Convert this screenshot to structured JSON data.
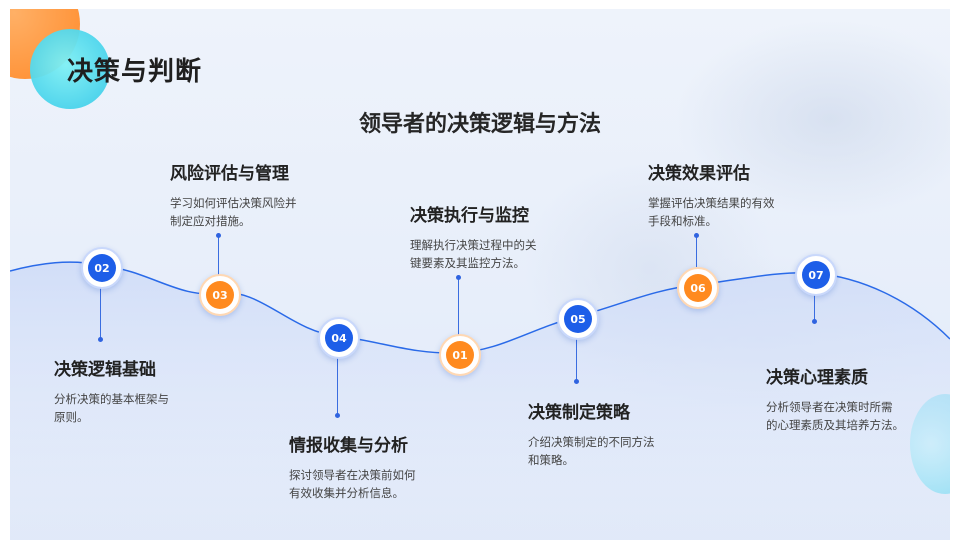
{
  "header": {
    "section_title": "决策与判断",
    "subtitle": "领导者的决策逻辑与方法"
  },
  "colors": {
    "blue": "#1d5ee8",
    "orange": "#ff8a1f",
    "line": "#2a6ae8"
  },
  "steps": [
    {
      "num": "01",
      "color": "orange",
      "title": "决策执行与监控",
      "desc_lines": [
        "理解执行决策过程中的关",
        "键要素及其监控方法。"
      ]
    },
    {
      "num": "02",
      "color": "blue",
      "title": "决策逻辑基础",
      "desc_lines": [
        "分析决策的基本框架与",
        "原则。"
      ]
    },
    {
      "num": "03",
      "color": "orange",
      "title": "风险评估与管理",
      "desc_lines": [
        "学习如何评估决策风险并",
        "制定应对措施。"
      ]
    },
    {
      "num": "04",
      "color": "blue",
      "title": "情报收集与分析",
      "desc_lines": [
        "探讨领导者在决策前如何",
        "有效收集并分析信息。"
      ]
    },
    {
      "num": "05",
      "color": "blue",
      "title": "决策制定策略",
      "desc_lines": [
        "介绍决策制定的不同方法",
        "和策略。"
      ]
    },
    {
      "num": "06",
      "color": "orange",
      "title": "决策效果评估",
      "desc_lines": [
        "掌握评估决策结果的有效",
        "手段和标准。"
      ]
    },
    {
      "num": "07",
      "color": "blue",
      "title": "决策心理素质",
      "desc_lines": [
        "分析领导者在决策时所需",
        "的心理素质及其培养方法。"
      ]
    }
  ]
}
